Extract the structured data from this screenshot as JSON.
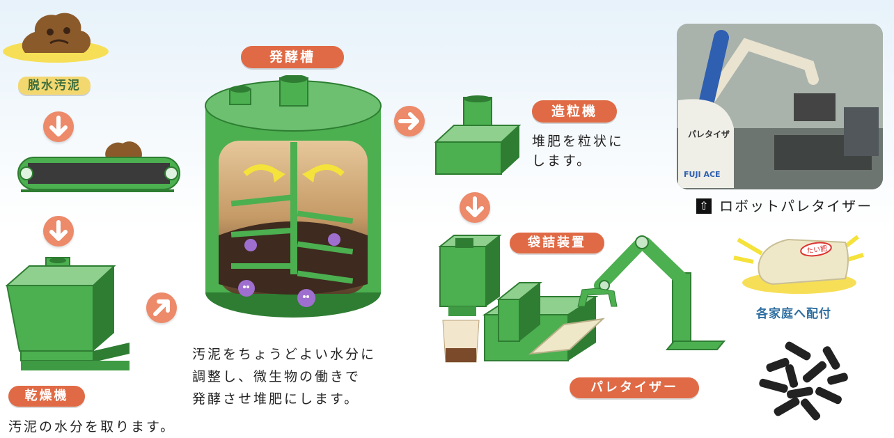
{
  "labels": {
    "dewatered_sludge": "脱水汚泥",
    "dryer": "乾燥機",
    "fermenter": "発酵槽",
    "granulator": "造粒機",
    "bagging": "袋詰装置",
    "palletizer": "パレタイザー",
    "delivery": "各家庭へ配付",
    "bag_stamp": "たい肥"
  },
  "captions": {
    "dryer": "汚泥の水分を取ります。",
    "fermenter_line1": "汚泥をちょうどよい水分に",
    "fermenter_line2": "調整し、微生物の働きで",
    "fermenter_line3": "発酵させ堆肥にします。",
    "granulator_line1": "堆肥を粒状に",
    "granulator_line2": "します。"
  },
  "photo": {
    "caption": "ロボットパレタイザー",
    "caption_icon": "up-arrow-box-icon",
    "robot_label": "パレタイザ",
    "brand_label": "FUJI ACE"
  },
  "colors": {
    "machine_green": "#4caf50",
    "machine_dark": "#2e7d32",
    "label_red": "#e06a45",
    "label_gold": "#f3d870",
    "arrow_salmon": "#ec8a6a"
  }
}
